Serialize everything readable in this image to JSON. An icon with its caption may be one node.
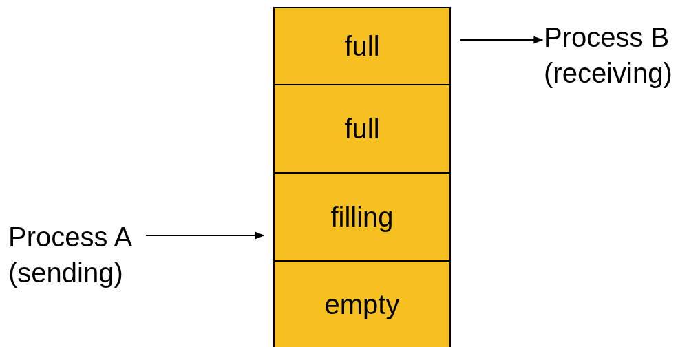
{
  "diagram": {
    "nodes": [
      {
        "text": [
          "full"
        ]
      },
      {
        "text": [
          "full"
        ]
      },
      {
        "text": [
          "filling"
        ]
      },
      {
        "text": [
          "empty"
        ]
      },
      {
        "text": [
          "Process B (receiving)"
        ]
      },
      {
        "text": [
          "Process A (sending)"
        ]
      }
    ],
    "edges": [
      {
        "from": 5,
        "to": 2,
        "arrow": "to"
      },
      {
        "from": 0,
        "to": 4,
        "arrow": "to"
      }
    ]
  }
}
